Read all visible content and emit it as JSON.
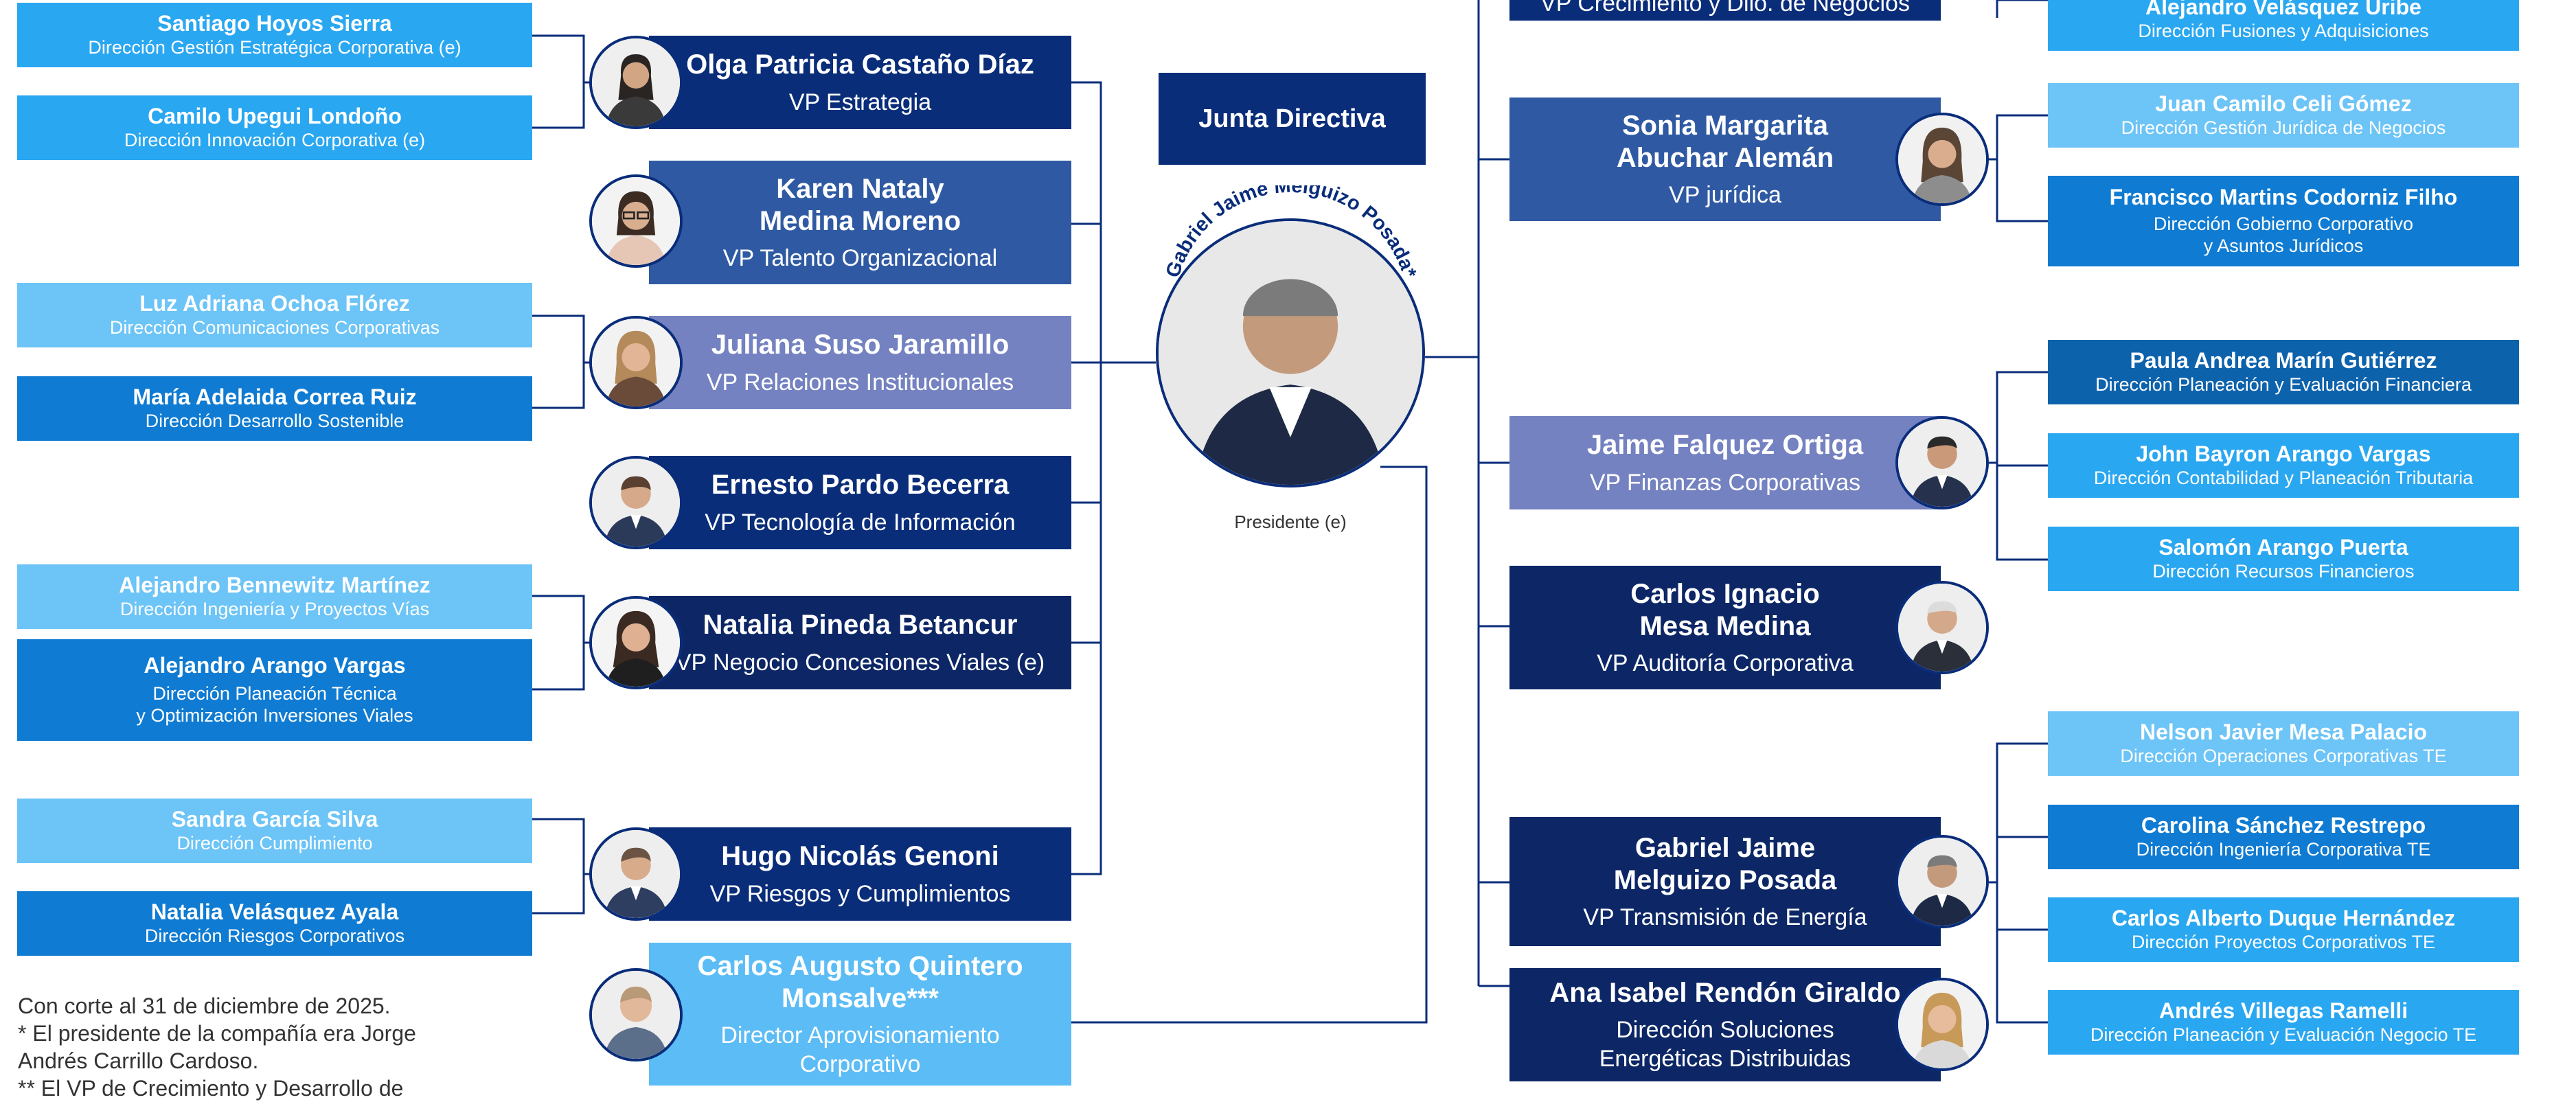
{
  "board": {
    "label": "Junta Directiva"
  },
  "president": {
    "arc_name": "Gabriel Jaime Melguizo Posada*",
    "caption": "Presidente (e)"
  },
  "left_directorates": [
    {
      "name": "Santiago Hoyos Sierra",
      "role": [
        "Dirección Gestión Estratégica Corporativa (e)"
      ]
    },
    {
      "name": "Camilo Upegui Londoño",
      "role": [
        "Dirección Innovación Corporativa (e)"
      ]
    },
    {
      "name": "Luz Adriana Ochoa Flórez",
      "role": [
        "Dirección Comunicaciones Corporativas"
      ]
    },
    {
      "name": "María Adelaida Correa Ruiz",
      "role": [
        "Dirección Desarrollo Sostenible"
      ]
    },
    {
      "name": "Alejandro Bennewitz Martínez",
      "role": [
        "Dirección Ingeniería y Proyectos Vías"
      ]
    },
    {
      "name": "Alejandro Arango Vargas",
      "role": [
        "Dirección Planeación Técnica",
        "y Optimización Inversiones Viales"
      ]
    },
    {
      "name": "Sandra García Silva",
      "role": [
        "Dirección Cumplimiento"
      ]
    },
    {
      "name": "Natalia Velásquez Ayala",
      "role": [
        "Dirección Riesgos Corporativos"
      ]
    }
  ],
  "left_vps": [
    {
      "name": [
        "Olga Patricia Castaño Díaz"
      ],
      "role": [
        "VP Estrategia"
      ]
    },
    {
      "name": [
        "Karen Nataly",
        "Medina Moreno"
      ],
      "role": [
        "VP Talento Organizacional"
      ]
    },
    {
      "name": [
        "Juliana Suso Jaramillo"
      ],
      "role": [
        "VP Relaciones Institucionales"
      ]
    },
    {
      "name": [
        "Ernesto Pardo Becerra"
      ],
      "role": [
        "VP Tecnología de Información"
      ]
    },
    {
      "name": [
        "Natalia Pineda Betancur"
      ],
      "role": [
        "VP Negocio Concesiones Viales (e)"
      ]
    },
    {
      "name": [
        "Hugo Nicolás Genoni"
      ],
      "role": [
        "VP Riesgos y Cumplimientos"
      ]
    },
    {
      "name": [
        "Carlos Augusto Quintero",
        "Monsalve***"
      ],
      "role": [
        "Director Aprovisionamiento",
        "Corporativo"
      ]
    }
  ],
  "right_vps": [
    {
      "name": [],
      "role": [
        "VP Crecimiento y Dllo. de Negocios"
      ]
    },
    {
      "name": [
        "Sonia Margarita",
        "Abuchar Alemán"
      ],
      "role": [
        "VP jurídica"
      ]
    },
    {
      "name": [
        "Jaime Falquez Ortiga"
      ],
      "role": [
        "VP Finanzas Corporativas"
      ]
    },
    {
      "name": [
        "Carlos Ignacio",
        "Mesa Medina"
      ],
      "role": [
        "VP Auditoría Corporativa"
      ]
    },
    {
      "name": [
        "Gabriel Jaime",
        "Melguizo Posada"
      ],
      "role": [
        "VP Transmisión de Energía"
      ]
    },
    {
      "name": [
        "Ana Isabel Rendón Giraldo"
      ],
      "role": [
        "Dirección Soluciones",
        "Energéticas Distribuidas"
      ]
    }
  ],
  "right_directorates": [
    {
      "name": "Alejandro Velásquez Uribe",
      "role": [
        "Dirección Fusiones y Adquisiciones"
      ]
    },
    {
      "name": "Juan Camilo Celi Gómez",
      "role": [
        "Dirección Gestión Jurídica de Negocios"
      ]
    },
    {
      "name": "Francisco Martins Codorniz Filho",
      "role": [
        "Dirección Gobierno Corporativo",
        "y Asuntos Jurídicos"
      ]
    },
    {
      "name": "Paula Andrea Marín Gutiérrez",
      "role": [
        "Dirección Planeación y Evaluación Financiera"
      ]
    },
    {
      "name": "John Bayron Arango Vargas",
      "role": [
        "Dirección Contabilidad y Planeación Tributaria"
      ]
    },
    {
      "name": "Salomón Arango Puerta",
      "role": [
        "Dirección Recursos Financieros"
      ]
    },
    {
      "name": "Nelson Javier Mesa Palacio",
      "role": [
        "Dirección Operaciones Corporativas TE"
      ]
    },
    {
      "name": "Carolina Sánchez Restrepo",
      "role": [
        "Dirección Ingeniería Corporativa TE"
      ]
    },
    {
      "name": "Carlos Alberto Duque Hernández",
      "role": [
        "Dirección Proyectos Corporativos TE"
      ]
    },
    {
      "name": "Andrés Villegas Ramelli",
      "role": [
        "Dirección Planeación y Evaluación Negocio TE"
      ]
    }
  ],
  "notes": {
    "line1": "Con corte al 31 de diciembre de 2025.",
    "line2": "* El presidente de la compañía era Jorge",
    "line3": "Andrés Carrillo Cardoso.",
    "line4": "** El VP de Crecimiento y Desarrollo de"
  },
  "colors": {
    "connector": "#0a2d7a",
    "dark_box": "#0a2d7a",
    "navy_box": "#0d2766",
    "light_box": "#5cbcf5"
  }
}
